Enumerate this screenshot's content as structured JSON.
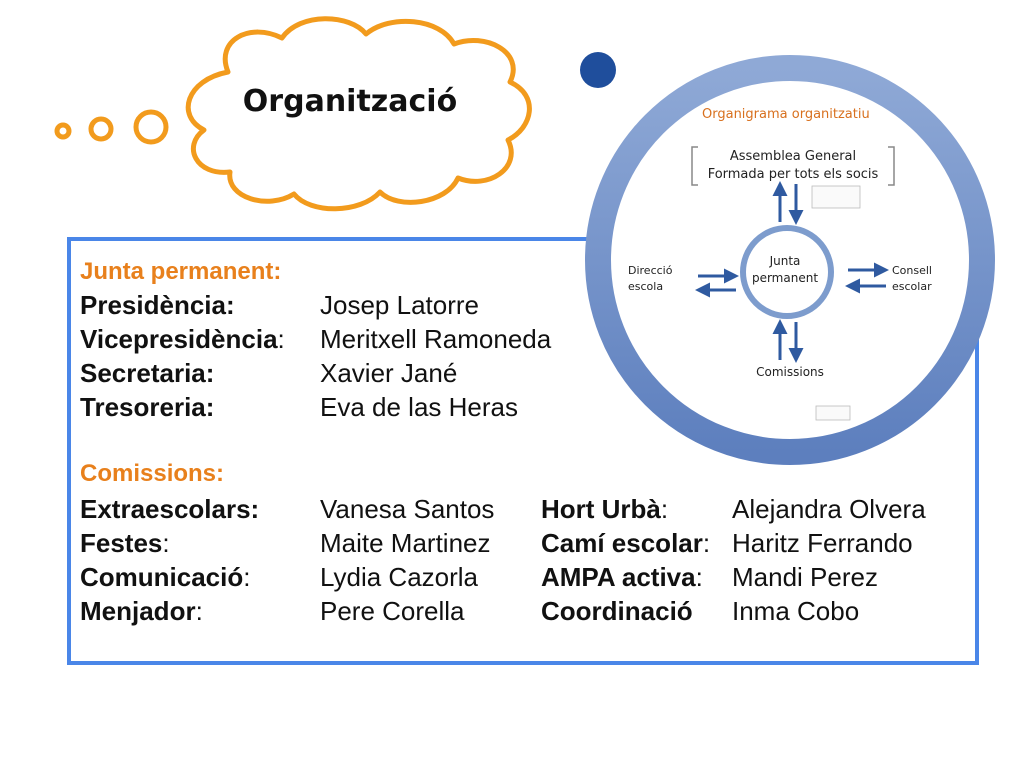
{
  "title": "Organització",
  "junta": {
    "heading": "Junta permanent:",
    "rows": [
      {
        "label": "Presidència:",
        "value": "Josep Latorre"
      },
      {
        "label": "Vicepresidència",
        "suffix": ":",
        "value": "Meritxell Ramoneda"
      },
      {
        "label": "Secretaria:",
        "value": "Xavier Jané"
      },
      {
        "label": "Tresoreria:",
        "value": "Eva de las Heras"
      }
    ]
  },
  "comissions": {
    "heading": "Comissions:",
    "left": [
      {
        "label": "Extraescolars:",
        "suffix": "",
        "value": "Vanesa Santos"
      },
      {
        "label": "Festes",
        "suffix": ":",
        "value": "Maite Martinez"
      },
      {
        "label": "Comunicació",
        "suffix": ":",
        "value": "Lydia Cazorla"
      },
      {
        "label": "Menjador",
        "suffix": ":",
        "value": "Pere Corella"
      }
    ],
    "right": [
      {
        "label": "Hort Urbà",
        "suffix": ":",
        "value": "Alejandra Olvera"
      },
      {
        "label": "Camí escolar",
        "suffix": ":",
        "value": "Haritz Ferrando"
      },
      {
        "label": "AMPA activa",
        "suffix": ":",
        "value": "Mandi Perez"
      },
      {
        "label": "Coordinació",
        "suffix": "",
        "value": "Inma Cobo"
      }
    ]
  },
  "organigram": {
    "title": "Organigrama organitzatiu",
    "assembly_line1": "Assemblea General",
    "assembly_line2": "Formada per tots els socis",
    "center_line1": "Junta",
    "center_line2": "permanent",
    "left_line1": "Direcció",
    "left_line2": "escola",
    "right_line1": "Consell",
    "right_line2": "escolar",
    "bottom": "Comissions"
  },
  "colors": {
    "accent_orange": "#e8801c",
    "box_border": "#4a86e8",
    "ring_blue": "#7d9ccd",
    "arrow_blue": "#2f5aa0",
    "dark_dot": "#1f4e9c"
  }
}
